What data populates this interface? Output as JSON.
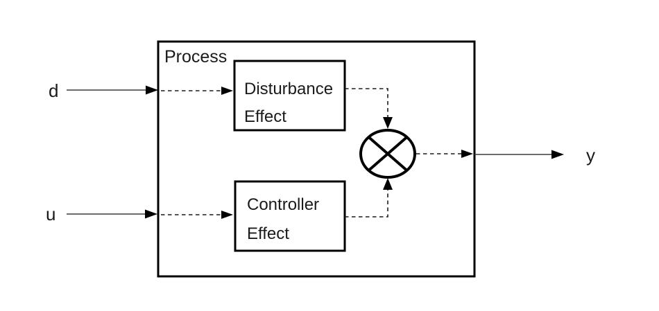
{
  "diagram": {
    "title": "Process",
    "blocks": {
      "disturbance": {
        "line1": "Disturbance",
        "line2": "Effect"
      },
      "controller": {
        "line1": "Controller",
        "line2": "Effect"
      }
    },
    "signals": {
      "input_top": "d",
      "input_bottom": "u",
      "output": "y"
    },
    "junction": {
      "type": "multiply-junction",
      "symbol": "circle-with-x"
    },
    "colors": {
      "stroke": "#000000",
      "background": "#ffffff"
    }
  }
}
